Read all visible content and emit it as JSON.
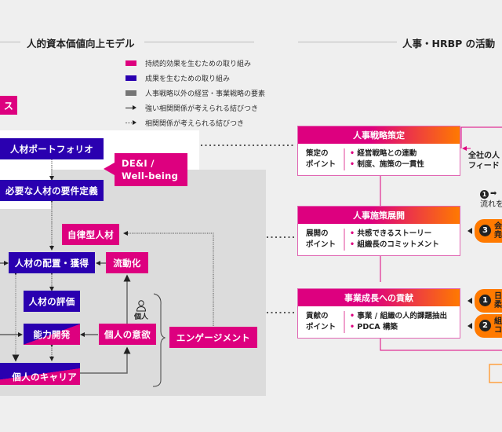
{
  "left_section": {
    "title": "人的資本価値向上モデル",
    "legend": [
      {
        "type": "swatch",
        "color": "#dd007f",
        "label": "持続的効果を生むための取り組み"
      },
      {
        "type": "swatch",
        "color": "#2a00b0",
        "label": "成果を生むための取り組み"
      },
      {
        "type": "swatch",
        "color": "#757575",
        "label": "人事戦略以外の経営・事業戦略の要素"
      },
      {
        "type": "solid-arrow",
        "label": "強い相関関係が考えられる結びつき"
      },
      {
        "type": "dotted-arrow",
        "label": "相関関係が考えられる結びつき"
      }
    ],
    "nodes": {
      "top_partial": "ス",
      "portfolio": "人材ポートフォリオ",
      "requirements": "必要な人材の要件定義",
      "dei": "DE&I /\nWell-being",
      "dei_line1": "DE&I /",
      "dei_line2": "Well-being",
      "autonomous": "自律型人材",
      "placement": "人材の配置・獲得",
      "mobility": "流動化",
      "evaluation": "人材の評価",
      "capability": "能力開発",
      "motivation": "個人の意欲",
      "career": "個人のキャリア",
      "engagement": "エンゲージメント",
      "individual_label": "個人"
    }
  },
  "right_section": {
    "title": "人事・HRBP の活動",
    "activities": [
      {
        "title": "人事戦略策定",
        "label_line1": "策定の",
        "label_line2": "ポイント",
        "points": [
          "経営戦略との連動",
          "制度、施策の一貫性"
        ]
      },
      {
        "title": "人事施策展開",
        "label_line1": "展開の",
        "label_line2": "ポイント",
        "points": [
          "共感できるストーリー",
          "組織長のコミットメント"
        ]
      },
      {
        "title": "事業成長への貢献",
        "label_line1": "貢献の",
        "label_line2": "ポイント",
        "points": [
          "事業 / 組織の人的課題抽出",
          "PDCA 構築"
        ]
      }
    ],
    "feedback_text_line1": "全社の人",
    "feedback_text_line2": "フィード",
    "flow_note_prefix": "➡",
    "flow_note_line2": "流れを",
    "badges": [
      {
        "number": "3",
        "line1": "会",
        "line2": "尭"
      },
      {
        "number": "1",
        "line1": "日",
        "line2": "柔"
      },
      {
        "number": "2",
        "line1": "組",
        "line2": "コ"
      }
    ],
    "flow_note_number": "1"
  },
  "colors": {
    "pink": "#dd007f",
    "blue": "#2a00b0",
    "orange": "#ff7a00",
    "gray": "#757575"
  }
}
